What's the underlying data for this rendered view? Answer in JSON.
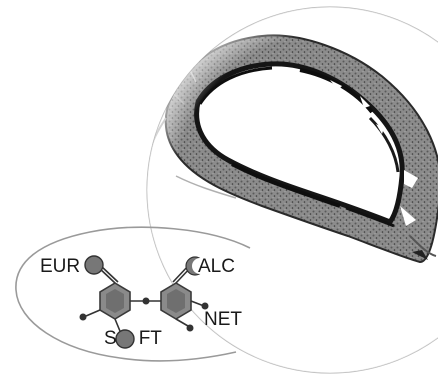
{
  "logo": {
    "label_euro": "EUR",
    "label_calc": "ALC",
    "label_net": "NET",
    "label_soft_left": "S",
    "label_soft_right": "FT"
  },
  "colors": {
    "tissue_dark": "#1e1e1e",
    "tissue_mid": "#6a6a6a",
    "tissue_light": "#b4b4b4",
    "hexagon_fill": "#8a8a8a",
    "node_fill": "#777777",
    "frame_stroke": "#9a9a9a"
  },
  "icons": {
    "micrograph": "vessel-cross-section-image",
    "logo": "molecule-logo"
  }
}
